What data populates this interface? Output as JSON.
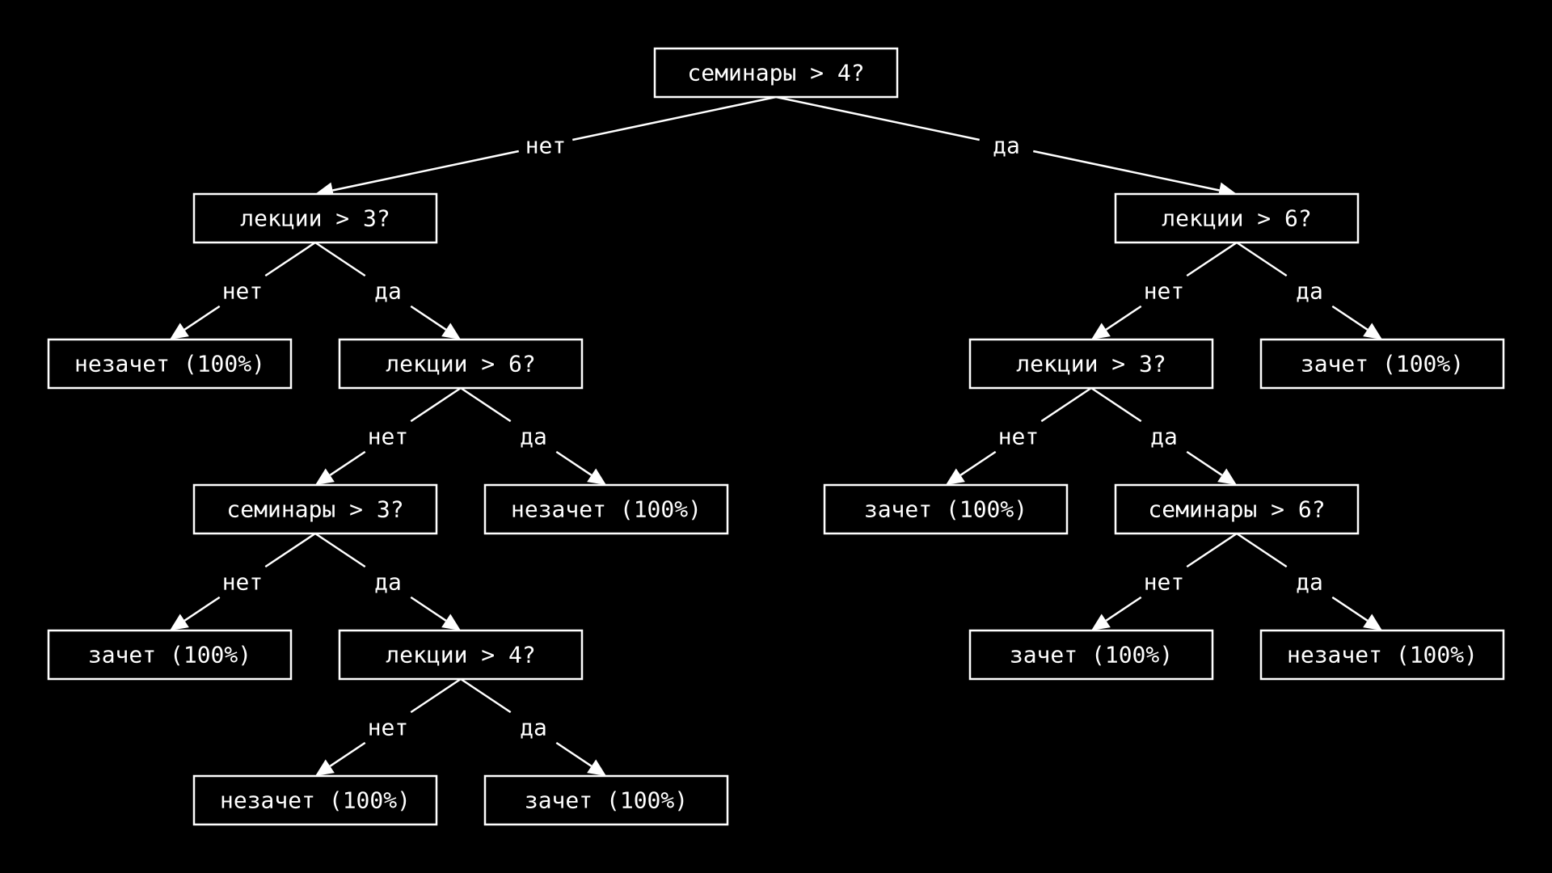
{
  "colors": {
    "background": "#000000",
    "foreground": "#ffffff"
  },
  "tree": {
    "nodes": [
      {
        "id": "n0",
        "label": "семинары > 4?"
      },
      {
        "id": "n1",
        "label": "лекции > 3?"
      },
      {
        "id": "n2",
        "label": "лекции > 6?"
      },
      {
        "id": "n3",
        "label": "незачет (100%)"
      },
      {
        "id": "n4",
        "label": "лекции > 6?"
      },
      {
        "id": "n5",
        "label": "семинары > 3?"
      },
      {
        "id": "n6",
        "label": "незачет (100%)"
      },
      {
        "id": "n7",
        "label": "зачет (100%)"
      },
      {
        "id": "n8",
        "label": "лекции > 4?"
      },
      {
        "id": "n9",
        "label": "незачет (100%)"
      },
      {
        "id": "n10",
        "label": "зачет (100%)"
      },
      {
        "id": "n11",
        "label": "лекции > 3?"
      },
      {
        "id": "n12",
        "label": "зачет (100%)"
      },
      {
        "id": "n13",
        "label": "зачет (100%)"
      },
      {
        "id": "n14",
        "label": "семинары > 6?"
      },
      {
        "id": "n15",
        "label": "зачет (100%)"
      },
      {
        "id": "n16",
        "label": "незачет (100%)"
      }
    ],
    "edges": [
      {
        "from": "n0",
        "to": "n1",
        "label": "нет"
      },
      {
        "from": "n0",
        "to": "n2",
        "label": "да"
      },
      {
        "from": "n1",
        "to": "n3",
        "label": "нет"
      },
      {
        "from": "n1",
        "to": "n4",
        "label": "да"
      },
      {
        "from": "n4",
        "to": "n5",
        "label": "нет"
      },
      {
        "from": "n4",
        "to": "n6",
        "label": "да"
      },
      {
        "from": "n5",
        "to": "n7",
        "label": "нет"
      },
      {
        "from": "n5",
        "to": "n8",
        "label": "да"
      },
      {
        "from": "n8",
        "to": "n9",
        "label": "нет"
      },
      {
        "from": "n8",
        "to": "n10",
        "label": "да"
      },
      {
        "from": "n2",
        "to": "n11",
        "label": "нет"
      },
      {
        "from": "n2",
        "to": "n12",
        "label": "да"
      },
      {
        "from": "n11",
        "to": "n13",
        "label": "нет"
      },
      {
        "from": "n11",
        "to": "n14",
        "label": "да"
      },
      {
        "from": "n14",
        "to": "n15",
        "label": "нет"
      },
      {
        "from": "n14",
        "to": "n16",
        "label": "да"
      }
    ]
  }
}
